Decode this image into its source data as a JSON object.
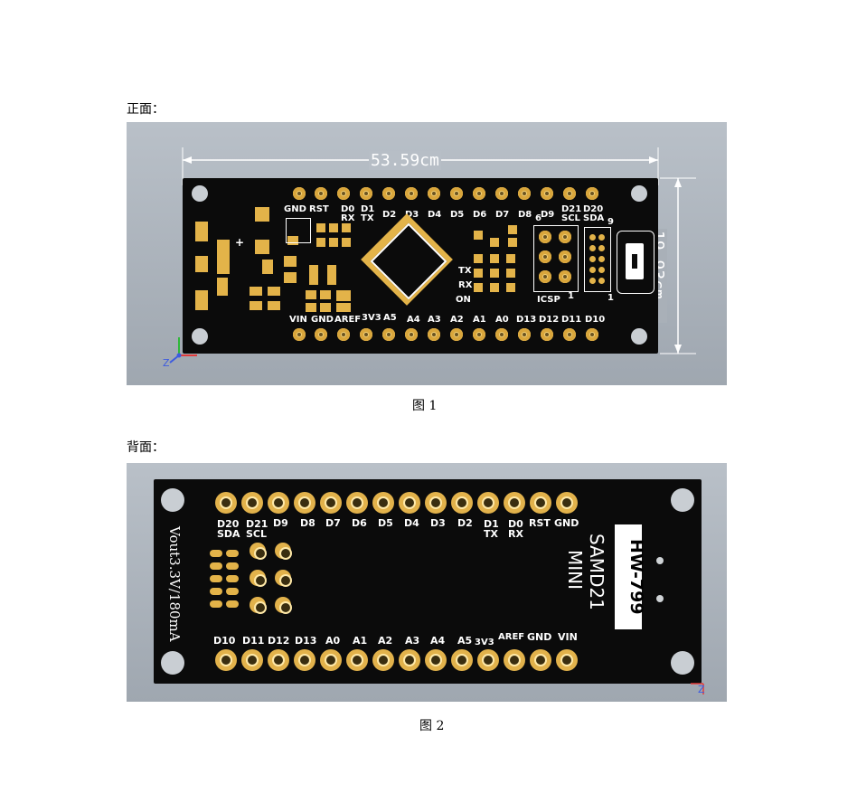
{
  "front": {
    "section_label": "正面：",
    "caption": "图 1",
    "width_dim": "53.59cm",
    "height_dim": "19.93cm",
    "top_pins": [
      "GND",
      "RST",
      "D0 RX",
      "D1 TX",
      "D2",
      "D3",
      "D4",
      "D5",
      "D6",
      "D7",
      "D8",
      "D9",
      "D21 SCL",
      "D20 SDA"
    ],
    "bottom_pins": [
      "VIN",
      "GND",
      "AREF",
      "3V3",
      "A5",
      "A4",
      "A3",
      "A2",
      "A1",
      "A0",
      "D13",
      "D12",
      "D11",
      "D10"
    ],
    "icsp_label": "ICSP",
    "icsp_num_6": "6",
    "icsp_num_1": "1",
    "conn_num_9": "9",
    "conn_num_1": "1",
    "led_tx": "TX",
    "led_rx": "RX",
    "led_on": "ON",
    "axis_z": "Z"
  },
  "back": {
    "section_label": "背面：",
    "caption": "图 2",
    "top_labels": [
      "D20 SDA",
      "D21 SCL",
      "D9",
      "D8",
      "D7",
      "D6",
      "D5",
      "D4",
      "D3",
      "D2",
      "D1 TX",
      "D0 RX",
      "RST",
      "GND"
    ],
    "bottom_labels": [
      "D10",
      "D11",
      "D12",
      "D13",
      "A0",
      "A1",
      "A2",
      "A3",
      "A4",
      "A5",
      "3V3",
      "AREF",
      "GND",
      "VIN"
    ],
    "vout_text": "Vout3.3V/180mA",
    "board_name_1": "SAMD21",
    "board_name_2": "MINI",
    "model": "HW-799",
    "axis_z": "Z"
  }
}
